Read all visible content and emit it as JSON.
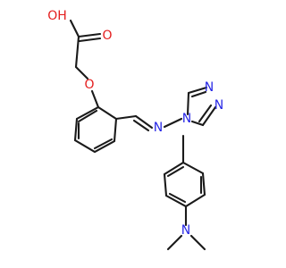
{
  "diagram": {
    "kind": "chemical-structure",
    "colors": {
      "bond": "#1a1a1a",
      "oxygen": "#e41e1e",
      "nitrogen": "#2828e6"
    },
    "labels": {
      "hydroxyl": "OH",
      "carbonyl_o": "O",
      "ether_o": "O",
      "imine_n": "N",
      "triazole_n4": "N",
      "triazole_n1": "N",
      "triazole_n2": "N",
      "amine_n": "N"
    }
  }
}
